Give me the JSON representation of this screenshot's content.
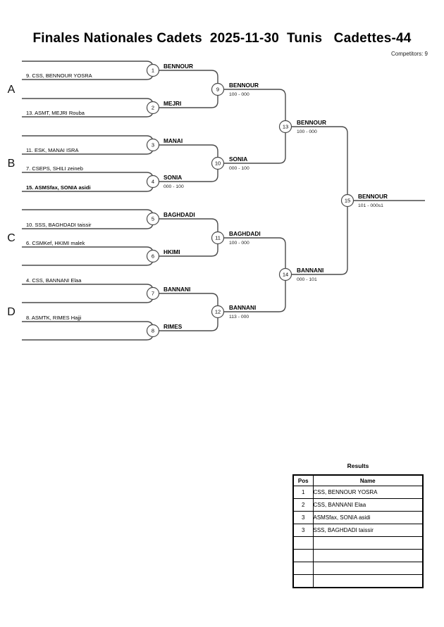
{
  "header": {
    "title": "Finales Nationales Cadets  2025-11-30  Tunis   Cadettes-44",
    "competitors_label": "Competitors: 9"
  },
  "bracket": {
    "groups": [
      "A",
      "B",
      "C",
      "D"
    ],
    "round1": [
      {
        "num": "1",
        "bottom": "9. CSS, BENNOUR YOSRA",
        "winner": "BENNOUR"
      },
      {
        "num": "2",
        "bottom": "13. ASMT, MEJRI Rouba",
        "winner": "MEJRI"
      },
      {
        "num": "3",
        "bottom": "11. ESK, MANAI ISRA",
        "winner": "MANAI"
      },
      {
        "num": "4",
        "top": "7. CSEPS, SHILI zeineb",
        "bottom": "15. ASMSfax, SONIA asidi",
        "winner": "SONIA",
        "score": "000 - 100"
      },
      {
        "num": "5",
        "bottom": "10. SSS, BAGHDADI taissir",
        "winner": "BAGHDADI"
      },
      {
        "num": "6",
        "top": "6. CSMKef, HKIMI malek",
        "winner": "HKIMI"
      },
      {
        "num": "7",
        "top": "4. CSS, BANNANI Elaa",
        "winner": "BANNANI"
      },
      {
        "num": "8",
        "top": "8. ASMTK, RIMES Hajji",
        "winner": "RIMES"
      }
    ],
    "round2": [
      {
        "num": "9",
        "winner": "BENNOUR",
        "score": "100 - 000"
      },
      {
        "num": "10",
        "winner": "SONIA",
        "score": "000 - 100"
      },
      {
        "num": "11",
        "winner": "BAGHDADI",
        "score": "100 - 000"
      },
      {
        "num": "12",
        "winner": "BANNANI",
        "score": "113 - 000"
      }
    ],
    "semifinals": [
      {
        "num": "13",
        "winner": "BENNOUR",
        "score": "100 - 000"
      },
      {
        "num": "14",
        "winner": "BANNANI",
        "score": "000 - 101"
      }
    ],
    "final": {
      "num": "15",
      "winner": "BENNOUR",
      "score": "101 - 000s1"
    }
  },
  "results": {
    "title": "Results",
    "columns": [
      "Pos",
      "Name"
    ],
    "rows": [
      {
        "pos": "1",
        "name": "CSS, BENNOUR YOSRA"
      },
      {
        "pos": "2",
        "name": "CSS, BANNANI Elaa"
      },
      {
        "pos": "3",
        "name": "ASMSfax, SONIA asidi"
      },
      {
        "pos": "3",
        "name": "SSS, BAGHDADI taissir"
      },
      {
        "pos": "",
        "name": ""
      },
      {
        "pos": "",
        "name": ""
      },
      {
        "pos": "",
        "name": ""
      },
      {
        "pos": "",
        "name": ""
      }
    ]
  }
}
